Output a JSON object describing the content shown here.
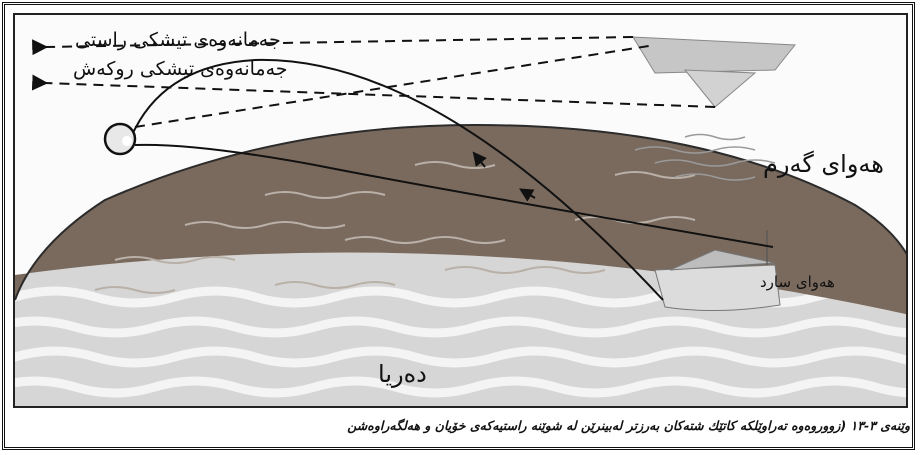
{
  "labels": {
    "true_position": "جەمانەوەی تیشکی راستی",
    "apparent_position": "جەمانەوەی تیشکی روکەش",
    "warm_air": "هەوای گەرم",
    "cold_air": "هەوای سارد",
    "sea": "دەریا"
  },
  "caption": "وێنەی ٣-١٣ (زووروەوە تەراوێلكە كاتێك شتەكان بەرزتر لەبینرێن لە شوێنە راستیەكەی خۆیان و هەلگەراوەشن"
}
